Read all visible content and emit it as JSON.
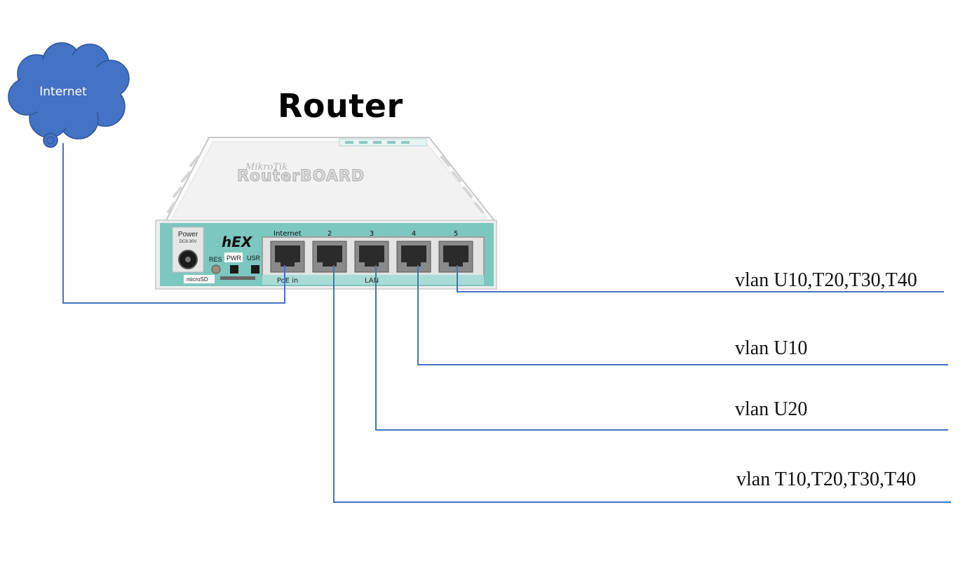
{
  "diagram": {
    "title": "Router",
    "cloud_label": "Internet",
    "colors": {
      "line": "#4472c4",
      "cloud": "#4472c4",
      "router_panel": "#7cc7c0",
      "router_body": "#f3f3f3"
    },
    "router": {
      "brand_small": "MikroTik",
      "brand_big": "RouterBOARD",
      "model": "hEX",
      "power_label": "Power",
      "power_sub": "DC8-30V",
      "res_label": "RES",
      "pwr_label": "PWR",
      "usr_label": "USR",
      "microsd_label": "microSD",
      "ports": [
        {
          "label": "Internet",
          "sub": "PoE in"
        },
        {
          "label": "2",
          "sub": ""
        },
        {
          "label": "3",
          "sub": "LAN"
        },
        {
          "label": "4",
          "sub": ""
        },
        {
          "label": "5",
          "sub": ""
        }
      ]
    },
    "links": [
      {
        "port": "5",
        "label": "vlan U10,T20,T30,T40"
      },
      {
        "port": "4",
        "label": "vlan U10"
      },
      {
        "port": "3",
        "label": "vlan U20"
      },
      {
        "port": "2",
        "label": "vlan T10,T20,T30,T40"
      }
    ]
  }
}
